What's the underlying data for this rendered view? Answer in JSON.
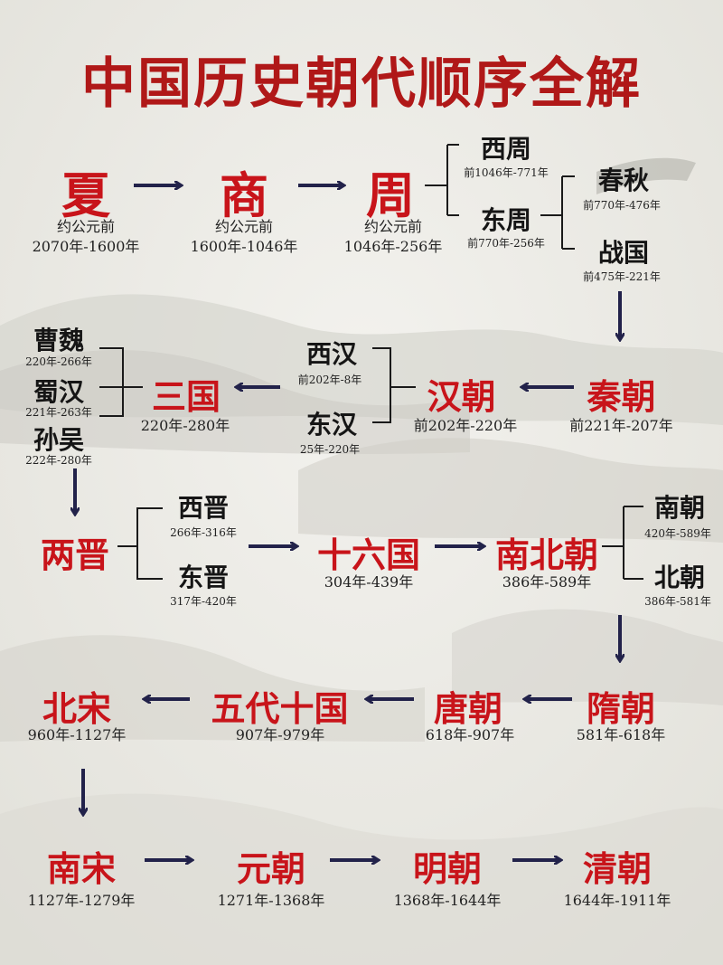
{
  "title": "中国历史朝代顺序全解",
  "colors": {
    "title": "#b01818",
    "dynasty": "#c8141a",
    "sub_dynasty": "#151515",
    "arrow": "#22224a"
  },
  "row1": {
    "xia": {
      "name": "夏",
      "note": "约公元前",
      "years": "2070年-1600年"
    },
    "shang": {
      "name": "商",
      "note": "约公元前",
      "years": "1600年-1046年"
    },
    "zhou": {
      "name": "周",
      "note": "约公元前",
      "years": "1046年-256年"
    },
    "xizhou": {
      "name": "西周",
      "years": "前1046年-771年"
    },
    "dongzhou": {
      "name": "东周",
      "years": "前770年-256年"
    },
    "chunqiu": {
      "name": "春秋",
      "years": "前770年-476年"
    },
    "zhanguo": {
      "name": "战国",
      "years": "前475年-221年"
    }
  },
  "row2": {
    "caowei": {
      "name": "曹魏",
      "years": "220年-266年"
    },
    "shuhan": {
      "name": "蜀汉",
      "years": "221年-263年"
    },
    "sunwu": {
      "name": "孙吴",
      "years": "222年-280年"
    },
    "sanguo": {
      "name": "三国",
      "years": "220年-280年"
    },
    "xihan": {
      "name": "西汉",
      "years": "前202年-8年"
    },
    "donghan": {
      "name": "东汉",
      "years": "25年-220年"
    },
    "hanchao": {
      "name": "汉朝",
      "years": "前202年-220年"
    },
    "qinchao": {
      "name": "秦朝",
      "years": "前221年-207年"
    }
  },
  "row3": {
    "liangjin": {
      "name": "两晋"
    },
    "xijin": {
      "name": "西晋",
      "years": "266年-316年"
    },
    "dongjin": {
      "name": "东晋",
      "years": "317年-420年"
    },
    "shiliuguo": {
      "name": "十六国",
      "years": "304年-439年"
    },
    "nanbeichao": {
      "name": "南北朝",
      "years": "386年-589年"
    },
    "nanchao": {
      "name": "南朝",
      "years": "420年-589年"
    },
    "beichao": {
      "name": "北朝",
      "years": "386年-581年"
    }
  },
  "row4": {
    "beisong": {
      "name": "北宋",
      "years": "960年-1127年"
    },
    "wudai": {
      "name": "五代十国",
      "years": "907年-979年"
    },
    "tangchao": {
      "name": "唐朝",
      "years": "618年-907年"
    },
    "suichao": {
      "name": "隋朝",
      "years": "581年-618年"
    }
  },
  "row5": {
    "nansong": {
      "name": "南宋",
      "years": "1127年-1279年"
    },
    "yuanchao": {
      "name": "元朝",
      "years": "1271年-1368年"
    },
    "mingchao": {
      "name": "明朝",
      "years": "1368年-1644年"
    },
    "qingchao": {
      "name": "清朝",
      "years": "1644年-1911年"
    }
  }
}
